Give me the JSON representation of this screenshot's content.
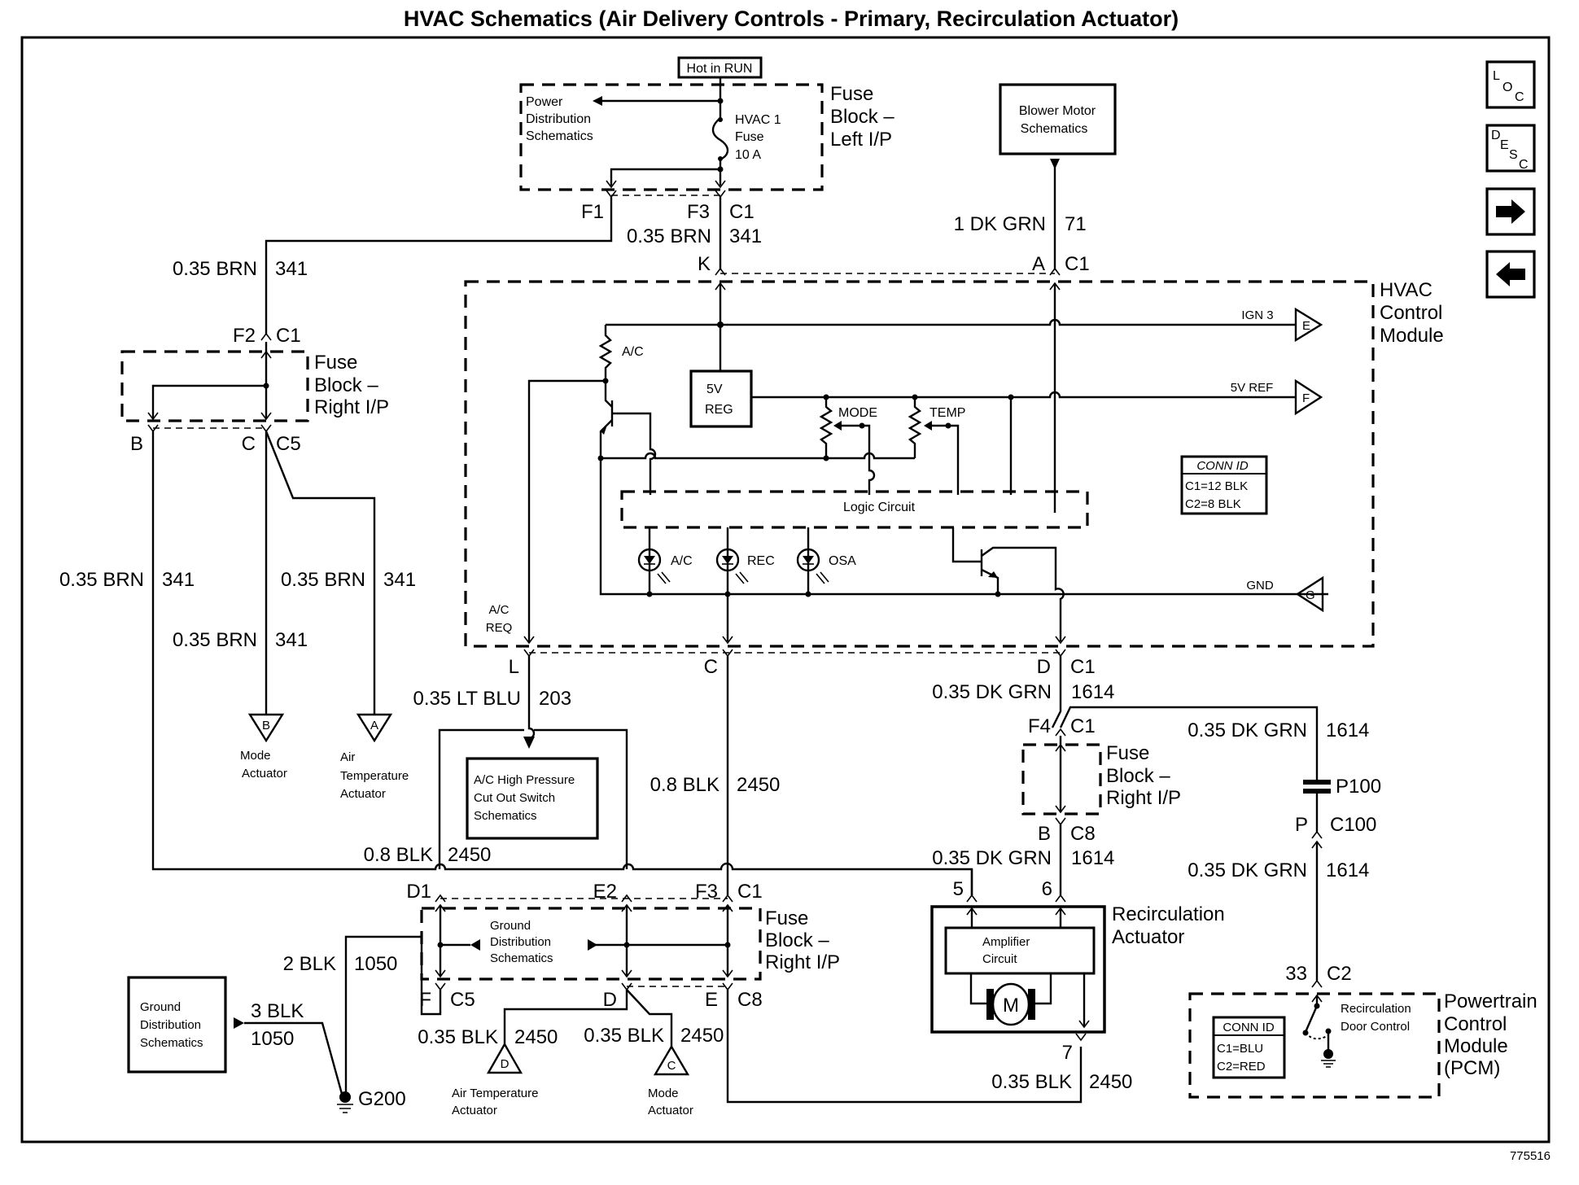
{
  "title": "HVAC Schematics (Air Delivery Controls - Primary, Recirculation Actuator)",
  "figure_id": "775516",
  "nav": {
    "loc": [
      "L",
      "O",
      "C"
    ],
    "desc": [
      "D",
      "E",
      "S",
      "C"
    ],
    "next_icon": "arrow-right-icon",
    "prev_icon": "arrow-left-icon"
  },
  "hot_in_run": "Hot in RUN",
  "fuse_left": {
    "power_dist": [
      "Power",
      "Distribution",
      "Schematics"
    ],
    "fuse": [
      "HVAC 1",
      "Fuse",
      "10 A"
    ],
    "name": [
      "Fuse",
      "Block –",
      "Left I/P"
    ],
    "pin_f1": "F1",
    "pin_f3": "F3",
    "conn": "C1"
  },
  "blower": {
    "label": [
      "Blower Motor",
      "Schematics"
    ],
    "wire": "1 DK GRN",
    "circuit": "71"
  },
  "wires": {
    "k_wire": "0.35 BRN",
    "k_circuit": "341",
    "f1_wire": "0.35 BRN",
    "f1_circuit": "341",
    "b_wire": "0.35 BRN",
    "b_circuit": "341",
    "c5_wire": "0.35 BRN",
    "c5_circuit": "341",
    "c_wire": "0.35 BRN",
    "c_circuit": "341",
    "l_wire": "0.35 LT BLU",
    "l_circuit": "203",
    "c_mid_wire": "0.8 BLK",
    "c_mid_circuit": "2450",
    "gnd_wire": "0.8 BLK",
    "gnd_circuit": "2450",
    "d_wire": "0.35 DK GRN",
    "d_circuit": "1614",
    "f4_wire": "0.35 DK GRN",
    "f4_circuit": "1614",
    "b8_wire": "0.35 DK GRN",
    "b8_circuit": "1614",
    "p100_wire": "0.35 DK GRN",
    "p100_circuit": "1614",
    "f_wire": "2 BLK",
    "f_circuit": "1050",
    "g200_wire": "3 BLK",
    "g200_circuit": "1050",
    "dd_wire": "0.35 BLK",
    "dd_circuit": "2450",
    "dc_wire": "0.35 BLK",
    "dc_circuit": "2450",
    "r7_wire": "0.35 BLK",
    "r7_circuit": "2450"
  },
  "hvac_module": {
    "name": [
      "HVAC",
      "Control",
      "Module"
    ],
    "pin_k": "K",
    "pin_a": "A",
    "conn": "C1",
    "pin_l": "L",
    "pin_c": "C",
    "pin_d": "D",
    "ac_res": "A/C",
    "reg": [
      "5V",
      "REG"
    ],
    "mode": "MODE",
    "temp": "TEMP",
    "logic": "Logic Circuit",
    "leds": [
      "A/C",
      "REC",
      "OSA"
    ],
    "ac_req": [
      "A/C",
      "REQ"
    ],
    "ign3": "IGN 3",
    "ref5v": "5V REF",
    "gnd": "GND",
    "flag_e": "E",
    "flag_f": "F",
    "flag_g": "G",
    "conn_id": {
      "title": "CONN ID",
      "lines": [
        "C1=12 BLK",
        "C2=8 BLK"
      ]
    }
  },
  "fuse_right_top": {
    "name": [
      "Fuse",
      "Block –",
      "Right I/P"
    ],
    "pin_f2": "F2",
    "conn_c1": "C1",
    "pin_b": "B",
    "pin_c": "C",
    "conn_c5": "C5"
  },
  "actuators_top": {
    "mode": {
      "flag": "B",
      "label": [
        "Mode",
        "Actuator"
      ]
    },
    "air_temp": {
      "flag": "A",
      "label": [
        "Air",
        "Temperature",
        "Actuator"
      ]
    }
  },
  "ac_switch": [
    "A/C High Pressure",
    "Cut Out Switch",
    "Schematics"
  ],
  "fuse_right_bottom": {
    "name": [
      "Fuse",
      "Block –",
      "Right I/P"
    ],
    "ground_dist": [
      "Ground",
      "Distribution",
      "Schematics"
    ],
    "pin_d1": "D1",
    "pin_e2": "E2",
    "pin_f3": "F3",
    "conn_c1": "C1",
    "pin_f": "F",
    "conn_c5": "C5",
    "pin_d": "D",
    "pin_e": "E",
    "conn_c8": "C8"
  },
  "fuse_right_mid": {
    "name": [
      "Fuse",
      "Block –",
      "Right I/P"
    ],
    "pin_d": "D",
    "conn_c1": "C1",
    "pin_f4": "F4",
    "conn_f4": "C1",
    "pin_b": "B",
    "conn_c8": "C8"
  },
  "ground_dist_box": [
    "Ground",
    "Distribution",
    "Schematics"
  ],
  "g200": "G200",
  "actuators_bottom": {
    "air_temp": {
      "flag": "D",
      "label": [
        "Air Temperature",
        "Actuator"
      ]
    },
    "mode": {
      "flag": "C",
      "label": [
        "Mode",
        "Actuator"
      ]
    }
  },
  "recirc": {
    "name": [
      "Recirculation",
      "Actuator"
    ],
    "amp": [
      "Amplifier",
      "Circuit"
    ],
    "motor": "M",
    "pin5": "5",
    "pin6": "6",
    "pin7": "7"
  },
  "p100": {
    "label": "P100",
    "pin": "P",
    "conn": "C100"
  },
  "pcm": {
    "name": [
      "Powertrain",
      "Control",
      "Module",
      "(PCM)"
    ],
    "pin": "33",
    "conn": "C2",
    "door": [
      "Recirculation",
      "Door Control"
    ],
    "conn_id": {
      "title": "CONN ID",
      "lines": [
        "C1=BLU",
        "C2=RED"
      ]
    }
  }
}
